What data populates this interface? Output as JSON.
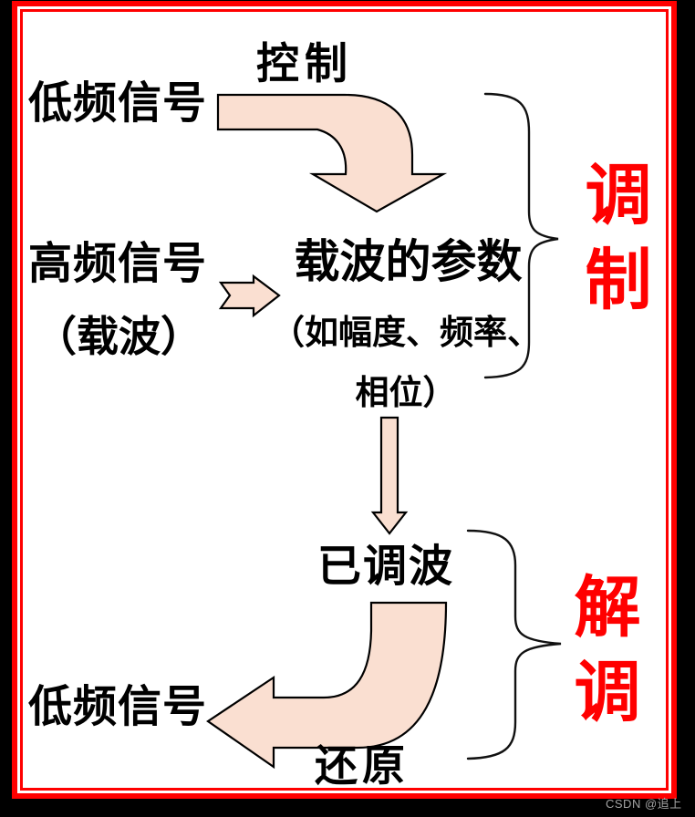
{
  "colors": {
    "canvas-black": "#000000",
    "panel-white": "#ffffff",
    "border-red": "#ff0000",
    "accent-red": "#ff0000",
    "text-color": "#000000",
    "arrow-fill": "#fadfd1",
    "arrow-stroke": "#000000",
    "brace-color": "#111111",
    "watermark-color": "#a3a3a3"
  },
  "diagram": {
    "control_label": "控制",
    "low_freq_top_label": "低频信号",
    "high_freq_label": "高频信号",
    "high_freq_sub_label": "（载波）",
    "carrier_params_label": "载波的参数",
    "carrier_params_note_line1": "（如幅度、频率、",
    "carrier_params_note_line2": "相位）",
    "modulation_label": "调制",
    "modulated_wave_label": "已调波",
    "low_freq_bottom_label": "低频信号",
    "restore_label": "还原",
    "demodulation_label": "解调",
    "watermark": "CSDN @追上"
  }
}
